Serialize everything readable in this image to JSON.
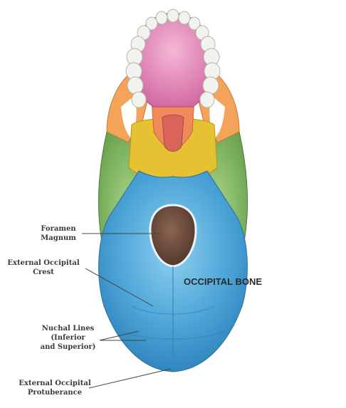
{
  "labels": {
    "foramen_magnum": [
      "Foramen",
      "Magnum"
    ],
    "ext_occipital_crest": [
      "External Occipital",
      "Crest"
    ],
    "nuchal_lines": [
      "Nuchal Lines",
      "(Inferior",
      "and Superior)"
    ],
    "ext_occipital_protuberance": [
      "External Occipital",
      "Protuberance"
    ],
    "occipital_bone": "OCCIPITAL BONE"
  },
  "colors": {
    "occipital": "#4fa8d8",
    "temporal": "#8cc06a",
    "sphenoid": "#e6c233",
    "palatine": "#f08a5c",
    "maxilla": "#e58ab8",
    "zygomatic": "#f3a35a",
    "teeth": "#f2f2ee",
    "foramen": "#6b4a3a"
  }
}
